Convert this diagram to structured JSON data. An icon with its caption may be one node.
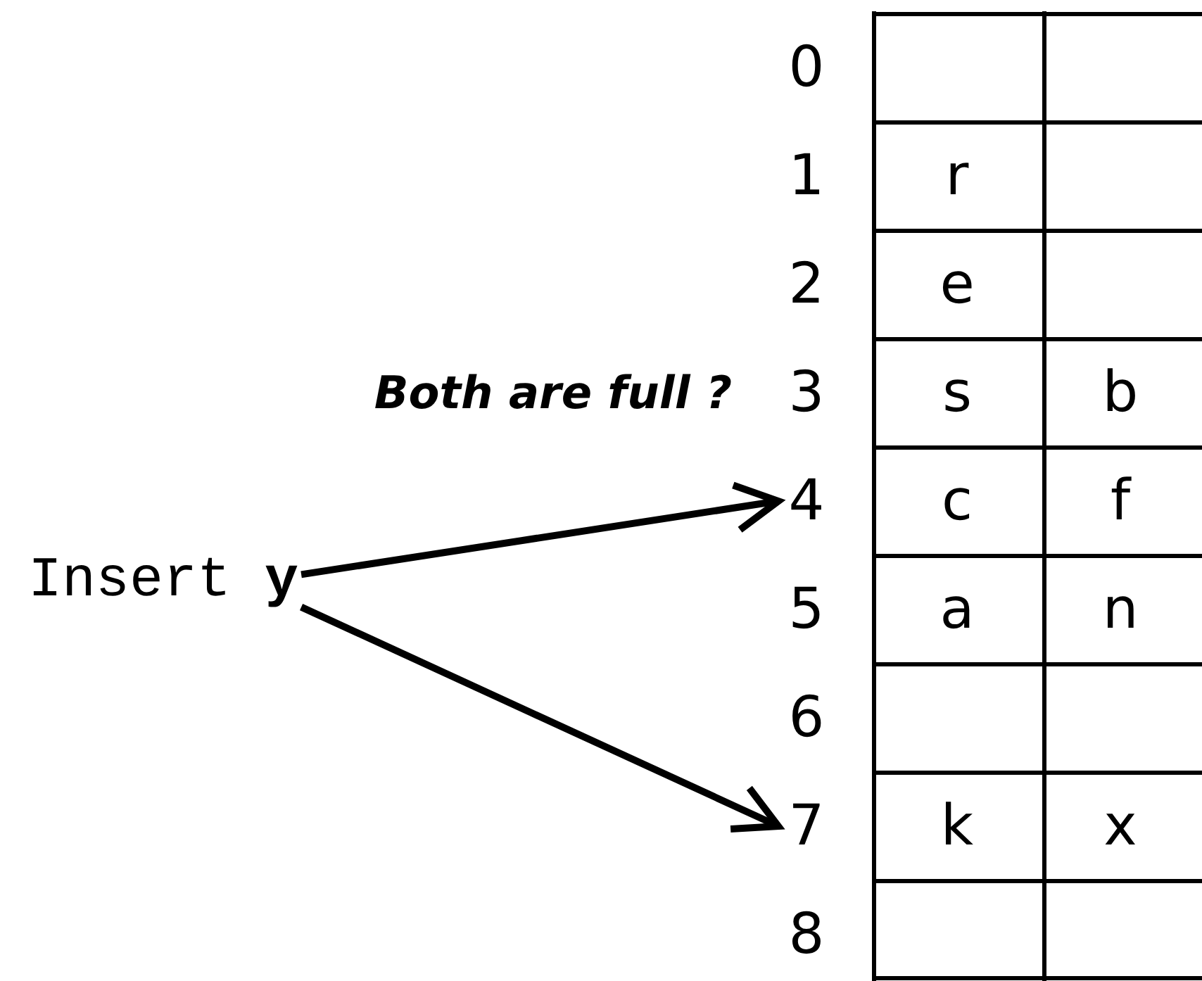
{
  "diagram": {
    "nodes": [
      {
        "text": [
          "Insert **y**"
        ]
      },
      {
        "text": [
          "4"
        ]
      },
      {
        "text": [
          "7"
        ]
      }
    ],
    "edges": [
      {
        "from": 0,
        "to": 1,
        "arrow": "to"
      },
      {
        "from": 0,
        "to": 2,
        "arrow": "to"
      }
    ],
    "labels": [
      "0",
      "1",
      "r",
      "2",
      "e",
      "Both are full ?",
      "3",
      "s",
      "b",
      "c",
      "f",
      "5",
      "a",
      "n",
      "6",
      "k",
      "x",
      "8"
    ]
  }
}
